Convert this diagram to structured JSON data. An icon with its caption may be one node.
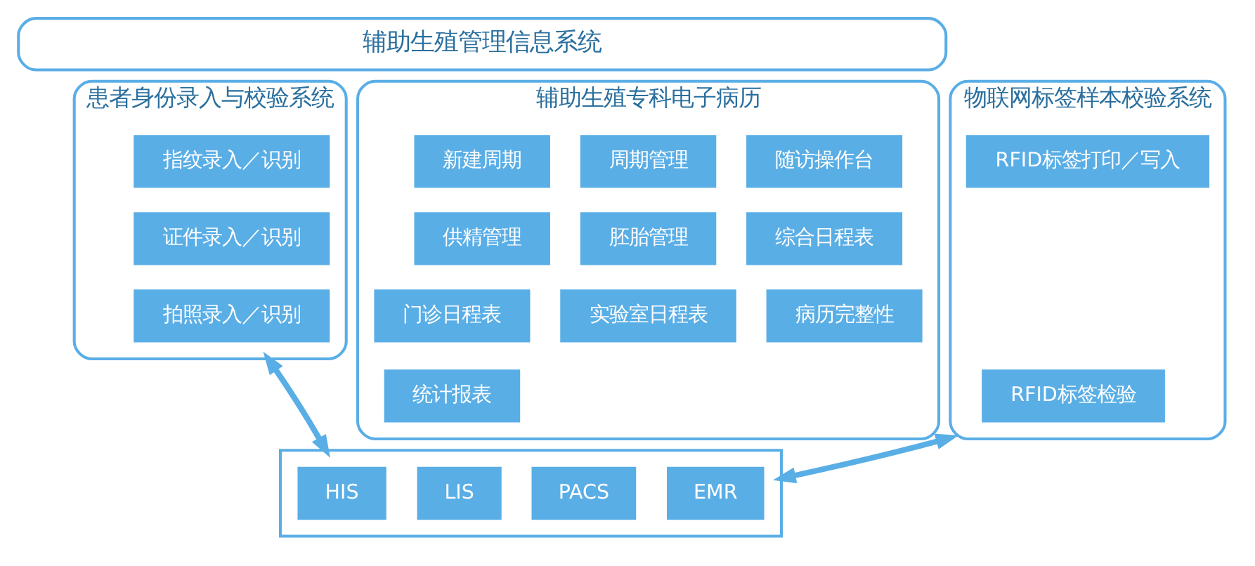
{
  "diagram": {
    "nodes": [
      {
        "text": [
          "辅助生殖管理信息系统"
        ]
      },
      {
        "text": [
          "患者身份录入与校验系统"
        ]
      },
      {
        "text": [
          "指纹录入／识别"
        ],
        "in": 1
      },
      {
        "text": [
          "证件录入／识别"
        ],
        "in": 1
      },
      {
        "text": [
          "拍照录入／识别"
        ],
        "in": 1
      },
      {
        "text": [
          "辅助生殖专科电子病历"
        ]
      },
      {
        "text": [
          "新建周期"
        ],
        "in": 5
      },
      {
        "text": [
          "周期管理"
        ],
        "in": 5
      },
      {
        "text": [
          "随访操作台"
        ],
        "in": 5
      },
      {
        "text": [
          "供精管理"
        ],
        "in": 5
      },
      {
        "text": [
          "胚胎管理"
        ],
        "in": 5
      },
      {
        "text": [
          "综合日程表"
        ],
        "in": 5
      },
      {
        "text": [
          "门诊日程表"
        ],
        "in": 5
      },
      {
        "text": [
          "实验室日程表"
        ],
        "in": 5
      },
      {
        "text": [
          "病历完整性"
        ],
        "in": 5
      },
      {
        "text": [
          "统计报表"
        ],
        "in": 5
      },
      {
        "text": [
          "物联网标签样本校验系统"
        ]
      },
      {
        "text": [
          "RFID标签打印／写入"
        ],
        "in": 16
      },
      {
        "text": [
          "RFID标签检验"
        ],
        "in": 16
      },
      {
        "text": [],
        "shape": "box"
      },
      {
        "text": [
          "HIS"
        ],
        "in": 19
      },
      {
        "text": [
          "LIS"
        ],
        "in": 19
      },
      {
        "text": [
          "PACS"
        ],
        "in": 19
      },
      {
        "text": [
          "EMR"
        ],
        "in": 19
      }
    ],
    "edges": [
      {
        "from": 1,
        "to": 19,
        "arrow": "both"
      },
      {
        "from": 16,
        "to": 19,
        "arrow": "both"
      }
    ]
  }
}
